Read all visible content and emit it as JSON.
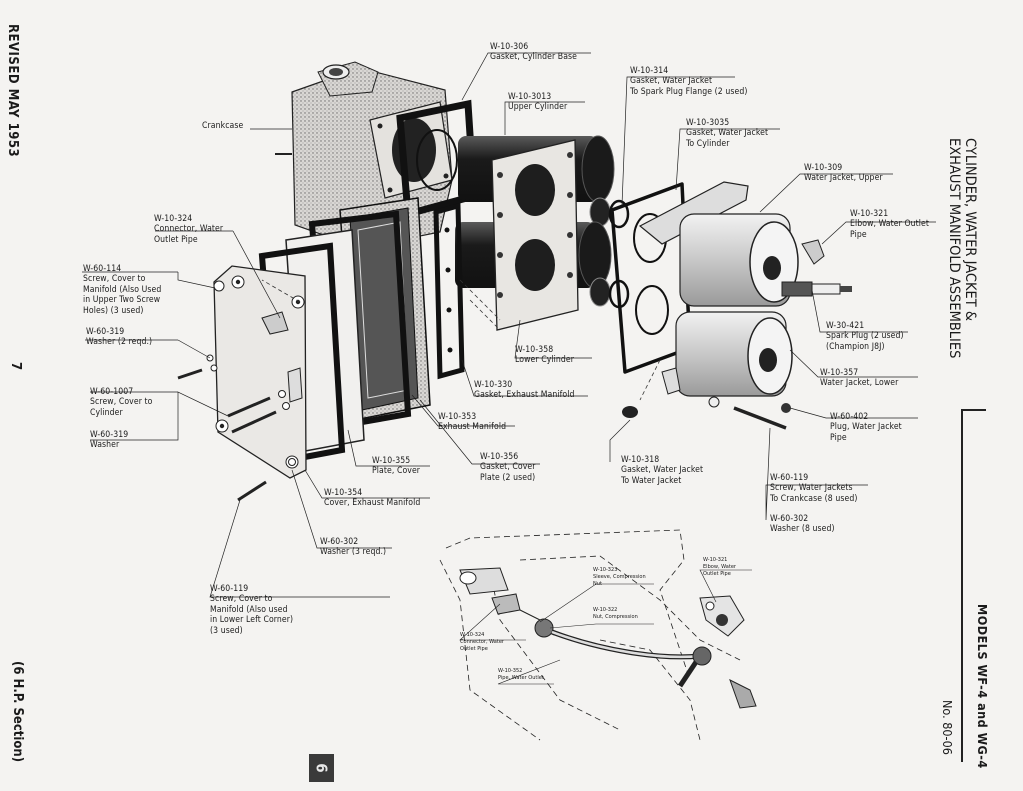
{
  "margin": {
    "revised": "REVISED MAY 1953",
    "page_marker": "7",
    "section": "(6 H.P. Section)"
  },
  "title": {
    "line1": "CYLINDER, WATER JACKET &",
    "line2": "EXHAUST MANIFOLD ASSEMBLIES"
  },
  "models": "MODELS WF-4 and WG-4",
  "model_no": "No. 80-06",
  "page_tab": "6",
  "parts": [
    {
      "id": "p-w10306",
      "pn": "W-10-306",
      "desc": "Gasket, Cylinder Base"
    },
    {
      "id": "p-w103013",
      "pn": "W-10-3013",
      "desc": "Upper Cylinder"
    },
    {
      "id": "p-w10314",
      "pn": "W-10-314",
      "desc": "Gasket, Water Jacket\nTo Spark Plug Flange (2 used)"
    },
    {
      "id": "p-w103035",
      "pn": "W-10-3035",
      "desc": "Gasket, Water Jacket\nTo Cylinder"
    },
    {
      "id": "p-w10309",
      "pn": "W-10-309",
      "desc": "Water Jacket, Upper"
    },
    {
      "id": "p-w10321",
      "pn": "W-10-321",
      "desc": "Elbow, Water Outlet\nPipe"
    },
    {
      "id": "p-w30421",
      "pn": "W-30-421",
      "desc": "Spark Plug (2 used)\n(Champion J8J)"
    },
    {
      "id": "p-w10357",
      "pn": "W-10-357",
      "desc": "Water Jacket, Lower"
    },
    {
      "id": "p-w60402",
      "pn": "W-60-402",
      "desc": "Plug, Water Jacket\nPipe"
    },
    {
      "id": "p-w60119a",
      "pn": "W-60-119",
      "desc": "Screw, Water Jackets\nTo Crankcase (8 used)"
    },
    {
      "id": "p-w60302a",
      "pn": "W-60-302",
      "desc": "Washer (8 used)"
    },
    {
      "id": "p-w10318",
      "pn": "W-10-318",
      "desc": "Gasket, Water Jacket\nTo Water Jacket"
    },
    {
      "id": "p-w10356",
      "pn": "W-10-356",
      "desc": "Gasket, Cover\nPlate (2 used)"
    },
    {
      "id": "p-w10355",
      "pn": "W-10-355",
      "desc": "Plate, Cover"
    },
    {
      "id": "p-w10353",
      "pn": "W-10-353",
      "desc": "Exhaust Manifold"
    },
    {
      "id": "p-w10330",
      "pn": "W-10-330",
      "desc": "Gasket, Exhaust Manifold"
    },
    {
      "id": "p-w10358",
      "pn": "W-10-358",
      "desc": "Lower Cylinder"
    },
    {
      "id": "p-w10354",
      "pn": "W-10-354",
      "desc": "Cover, Exhaust Manifold"
    },
    {
      "id": "p-w60302b",
      "pn": "W-60-302",
      "desc": "Washer (3 reqd.)"
    },
    {
      "id": "p-w60119b",
      "pn": "W-60-119",
      "desc": "Screw, Cover to\nManifold (Also used\nin Lower Left Corner)\n(3 used)"
    },
    {
      "id": "p-crankcase",
      "pn": "",
      "desc": "Crankcase"
    },
    {
      "id": "p-w10324",
      "pn": "W-10-324",
      "desc": "Connector, Water\nOutlet Pipe"
    },
    {
      "id": "p-w60114",
      "pn": "W-60-114",
      "desc": "Screw, Cover to\nManifold (Also Used\nin Upper Two Screw\nHoles) (3 used)"
    },
    {
      "id": "p-w60319a",
      "pn": "W-60-319",
      "desc": "Washer (2 reqd.)"
    },
    {
      "id": "p-w601007",
      "pn": "W-60-1007",
      "desc": "Screw, Cover to\nCylinder"
    },
    {
      "id": "p-w60319b",
      "pn": "W-60-319",
      "desc": "Washer"
    }
  ],
  "inset_parts": [
    {
      "id": "i-w10321",
      "pn": "W-10-321",
      "desc": "Elbow, Water\nOutlet Pipe"
    },
    {
      "id": "i-w10323",
      "pn": "W-10-323",
      "desc": "Sleeve, Compression\nNut"
    },
    {
      "id": "i-w10322",
      "pn": "W-10-322",
      "desc": "Nut, Compression"
    },
    {
      "id": "i-w10324",
      "pn": "W-10-324",
      "desc": "Connector, Water\nOutlet Pipe"
    },
    {
      "id": "i-w10352",
      "pn": "W-10-352",
      "desc": "Pipe, Water Outlet"
    }
  ]
}
